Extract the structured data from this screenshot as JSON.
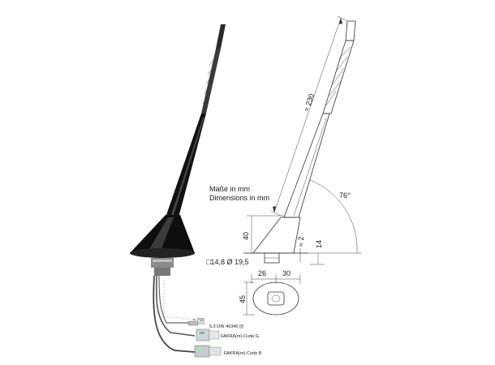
{
  "labels": {
    "units_de": "Maße in mm",
    "units_en": "Dimensions in mm",
    "dim_length": "≈ 230",
    "dim_angle": "76°",
    "dim_height": "40",
    "dim_approx2": "≈ 2",
    "dim_14": "14",
    "dim_hole": "□14,8  Ø 19,5",
    "dim_26": "26",
    "dim_30": "30",
    "dim_45": "45",
    "cable_length": "≈ 700",
    "connector_1": "6,3 DIN 46340 (f)",
    "connector_2": "FAKRA(m)-Code G",
    "connector_3": "FAKRA(m)-Code B"
  }
}
